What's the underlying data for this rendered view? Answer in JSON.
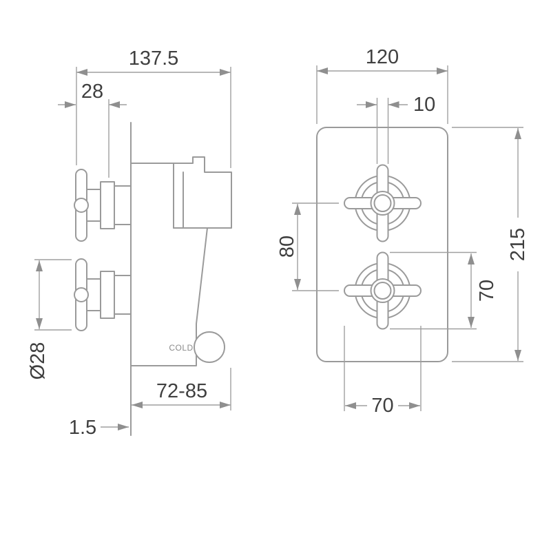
{
  "dims": {
    "side": {
      "overall_depth": "137.5",
      "handle_projection": "28",
      "handle_diameter": "Ø28",
      "recess_range": "72-85",
      "plate_thickness": "1.5"
    },
    "front": {
      "plate_width": "120",
      "arm_width": "10",
      "handle_centres": "80",
      "plate_height": "215",
      "handle_height": "70",
      "handle_width": "70"
    }
  },
  "labels": {
    "cold": "COLD"
  },
  "colors": {
    "line": "#9a9a9a",
    "dimension": "#9f9f9f",
    "text": "#3f3f3f"
  }
}
